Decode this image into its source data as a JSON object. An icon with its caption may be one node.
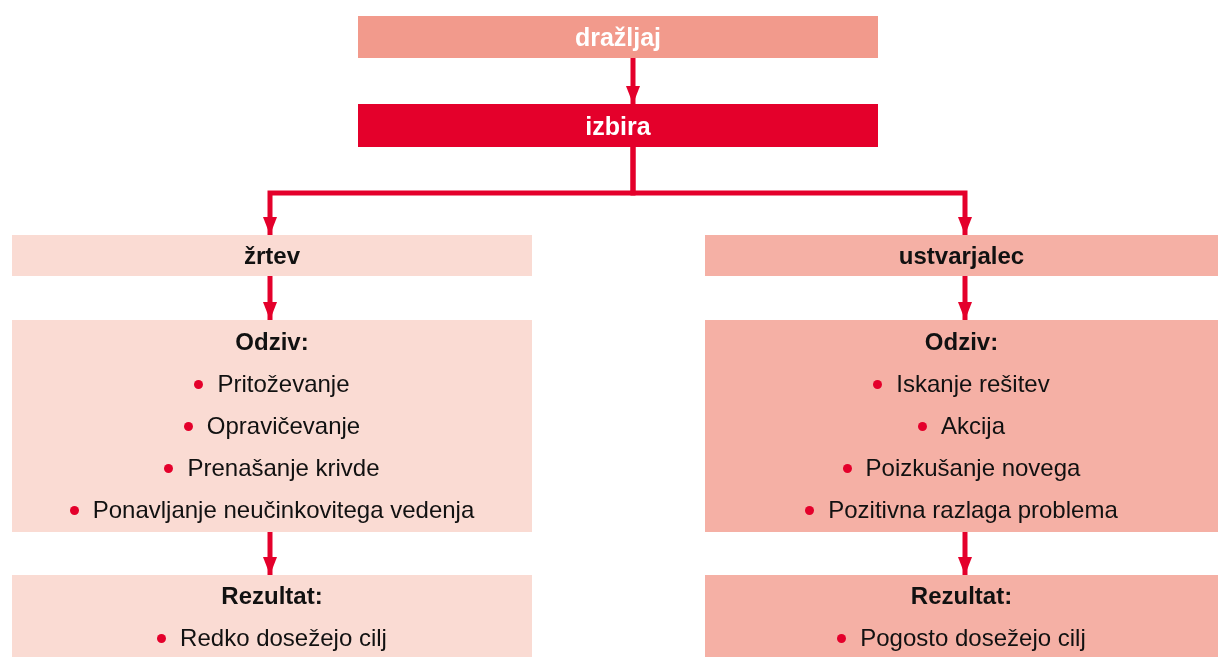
{
  "diagram": {
    "nodes": [
      {
        "text": [
          "dražljaj"
        ]
      },
      {
        "text": [
          "izbira"
        ]
      },
      {
        "text": [
          "žrtev"
        ]
      },
      {
        "text": [
          "ustvarjalec"
        ]
      },
      {
        "text": [
          "Odziv:",
          "Pritoževanje",
          "Opravičevanje",
          "Prenašanje krivde",
          "Ponavljanje neučinkovitega vedenja"
        ]
      },
      {
        "text": [
          "Odziv:",
          "Iskanje rešitev",
          "Akcija",
          "Poizkušanje novega",
          "Pozitivna razlaga problema"
        ]
      },
      {
        "text": [
          "Rezultat:",
          "Redko dosežejo cilj"
        ]
      },
      {
        "text": [
          "Rezultat:",
          "Pogosto dosežejo cilj"
        ]
      }
    ],
    "edges": [
      {
        "from": 0,
        "to": 1,
        "arrow": "to"
      },
      {
        "from": 1,
        "to": 2,
        "arrow": "to"
      },
      {
        "from": 1,
        "to": 3,
        "arrow": "to"
      },
      {
        "from": 2,
        "to": 4,
        "arrow": "to"
      },
      {
        "from": 3,
        "to": 5,
        "arrow": "to"
      },
      {
        "from": 4,
        "to": 6,
        "arrow": "to"
      },
      {
        "from": 5,
        "to": 7,
        "arrow": "to"
      }
    ]
  }
}
